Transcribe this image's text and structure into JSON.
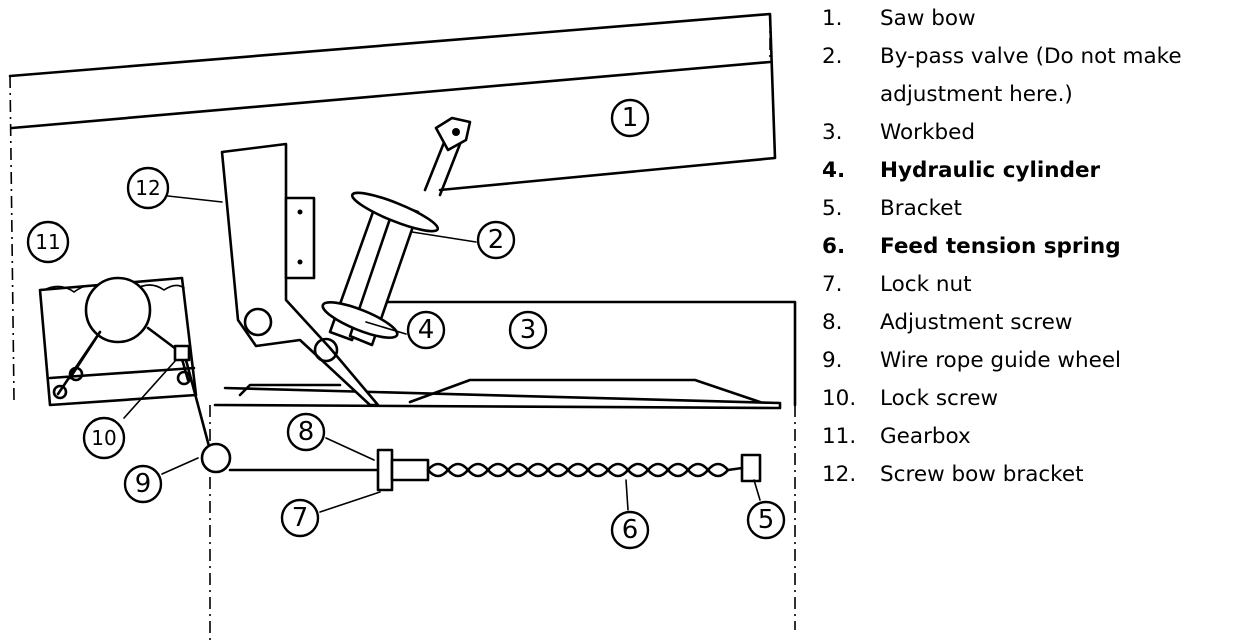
{
  "diagram": {
    "callouts": [
      "1",
      "2",
      "3",
      "4",
      "5",
      "6",
      "7",
      "8",
      "9",
      "10",
      "11",
      "12"
    ]
  },
  "legend": [
    {
      "num": "1.",
      "text": "Saw bow",
      "bold": false
    },
    {
      "num": "2.",
      "text": "By-pass valve (Do not make adjustment here.)",
      "bold": false
    },
    {
      "num": "3.",
      "text": "Workbed",
      "bold": false
    },
    {
      "num": "4.",
      "text": "Hydraulic cylinder",
      "bold": true
    },
    {
      "num": "5.",
      "text": "Bracket",
      "bold": false
    },
    {
      "num": "6.",
      "text": "Feed tension spring",
      "bold": true
    },
    {
      "num": "7.",
      "text": "Lock nut",
      "bold": false
    },
    {
      "num": "8.",
      "text": "Adjustment screw",
      "bold": false
    },
    {
      "num": "9.",
      "text": "Wire rope guide wheel",
      "bold": false
    },
    {
      "num": "10.",
      "text": "Lock screw",
      "bold": false
    },
    {
      "num": "11.",
      "text": "Gearbox",
      "bold": false
    },
    {
      "num": "12.",
      "text": "Screw bow bracket",
      "bold": false
    }
  ]
}
